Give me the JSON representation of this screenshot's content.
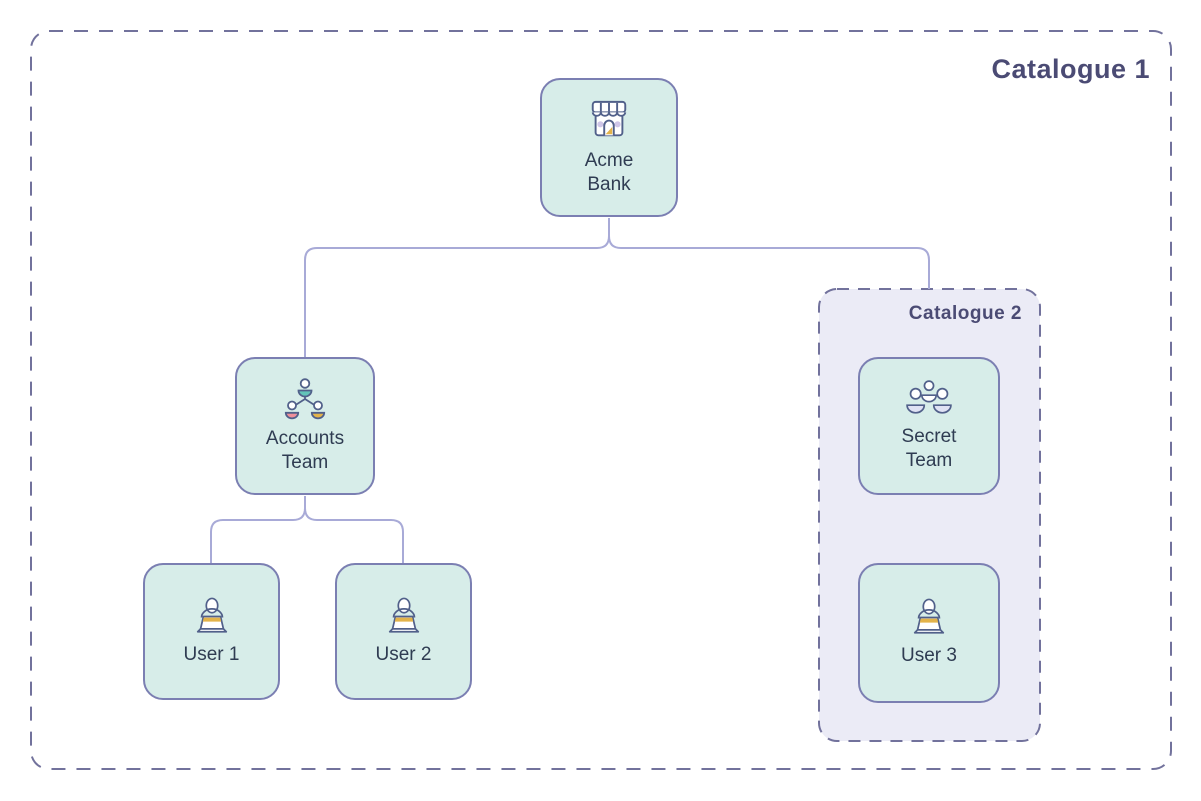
{
  "diagram": {
    "catalogue1_label": "Catalogue 1",
    "catalogue2_label": "Catalogue 2",
    "nodes": {
      "acme_bank": {
        "label": "Acme\nBank",
        "icon": "storefront-icon"
      },
      "accounts_team": {
        "label": "Accounts\nTeam",
        "icon": "team-hierarchy-icon"
      },
      "user1": {
        "label": "User 1",
        "icon": "person-laptop-icon"
      },
      "user2": {
        "label": "User 2",
        "icon": "person-laptop-icon"
      },
      "secret_team": {
        "label": "Secret\nTeam",
        "icon": "people-group-icon"
      },
      "user3": {
        "label": "User 3",
        "icon": "person-laptop-icon"
      }
    },
    "edges": [
      {
        "from": "acme_bank",
        "to": "accounts_team"
      },
      {
        "from": "acme_bank",
        "to": "catalogue2"
      },
      {
        "from": "accounts_team",
        "to": "user1"
      },
      {
        "from": "accounts_team",
        "to": "user2"
      }
    ]
  },
  "colors": {
    "canvas_bg": "#ffffff",
    "node_fill": "#d7ede9",
    "node_border": "#7b7fb2",
    "node_text": "#2f3c52",
    "connector": "#a8aad7",
    "catalogue_border": "#72729c",
    "catalogue_label": "#4b4b74",
    "catalogue2_fill": "#ebebf6",
    "icon_stroke": "#51608a",
    "accent_teal": "#63c5b9",
    "accent_pink": "#ee8f9a",
    "accent_gold": "#e3b34a",
    "accent_lavender": "#cfc6e8"
  }
}
